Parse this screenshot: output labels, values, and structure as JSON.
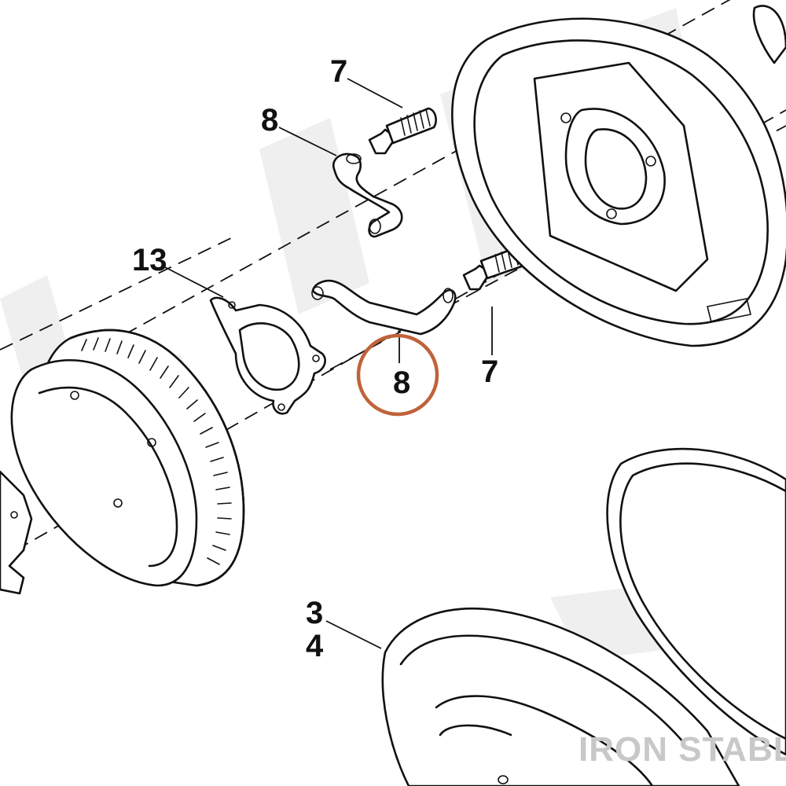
{
  "callouts": {
    "bolt_top": "7",
    "bolt_bottom": "7",
    "hose_top": "8",
    "hose_bottom": "8",
    "gasket": "13",
    "cover_a": "3",
    "cover_b": "4"
  },
  "highlight": {
    "ring_color": "#c0623a",
    "target": "8"
  },
  "watermark": {
    "brand": "IRON STABLE"
  }
}
